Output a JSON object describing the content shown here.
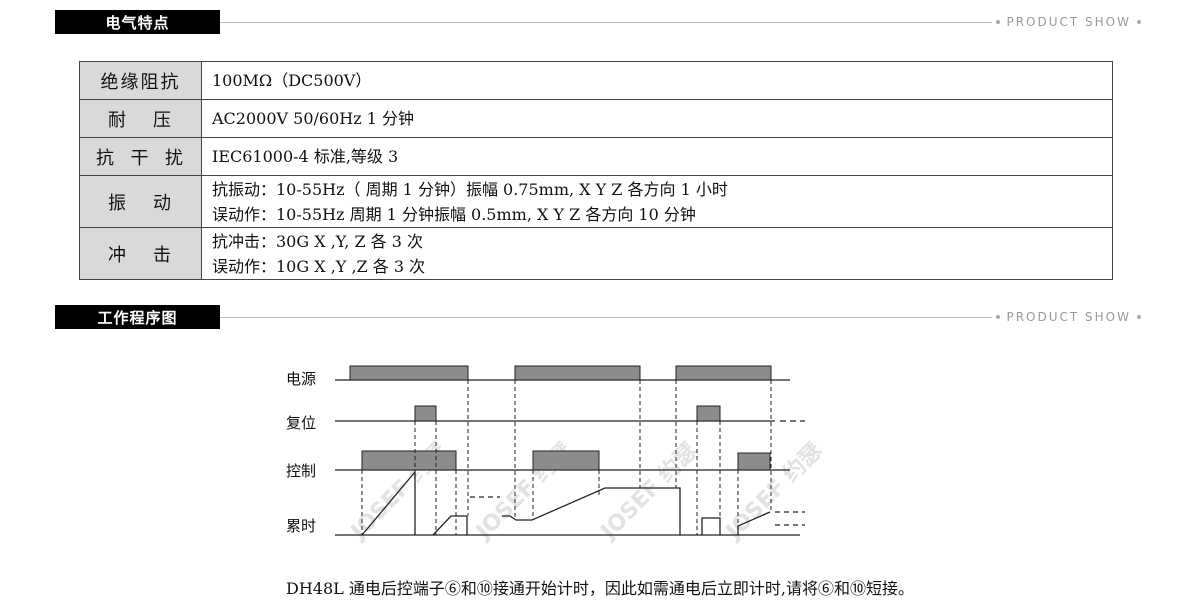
{
  "sections": {
    "electrical": {
      "title": "电气特点",
      "tag": "PRODUCT SHOW"
    },
    "timing": {
      "title": "工作程序图",
      "tag": "PRODUCT SHOW"
    }
  },
  "spec_table": [
    {
      "label": "绝缘阻抗",
      "lines": [
        "100MΩ（DC500V）"
      ]
    },
    {
      "label": "耐压",
      "lines": [
        "AC2000V 50/60Hz 1 分钟"
      ]
    },
    {
      "label": "抗干扰",
      "lines": [
        "IEC61000-4 标准,等级 3"
      ]
    },
    {
      "label": "振动",
      "lines": [
        "抗振动：10-55Hz（ 周期 1 分钟）振幅 0.75mm, X Y Z 各方向 1 小时",
        "误动作：10-55Hz 周期 1 分钟振幅 0.5mm, X Y Z 各方向 10 分钟"
      ]
    },
    {
      "label": "冲击",
      "lines": [
        "抗冲击：30G X ,Y, Z 各 3 次",
        "误动作：10G X ,Y ,Z 各 3 次"
      ]
    }
  ],
  "diagram": {
    "row_labels": [
      "电源",
      "复位",
      "控制",
      "累时"
    ],
    "watermark": "JOSEF 约瑟"
  },
  "caption": "DH48L 通电后控端子⑥和⑩接通开始计时，因此如需通电后立即计时,请将⑥和⑩短接。",
  "colors": {
    "bar_fill": "#8c8c8c",
    "label_bg": "#d9d9d9",
    "tab_bg": "#000000"
  }
}
